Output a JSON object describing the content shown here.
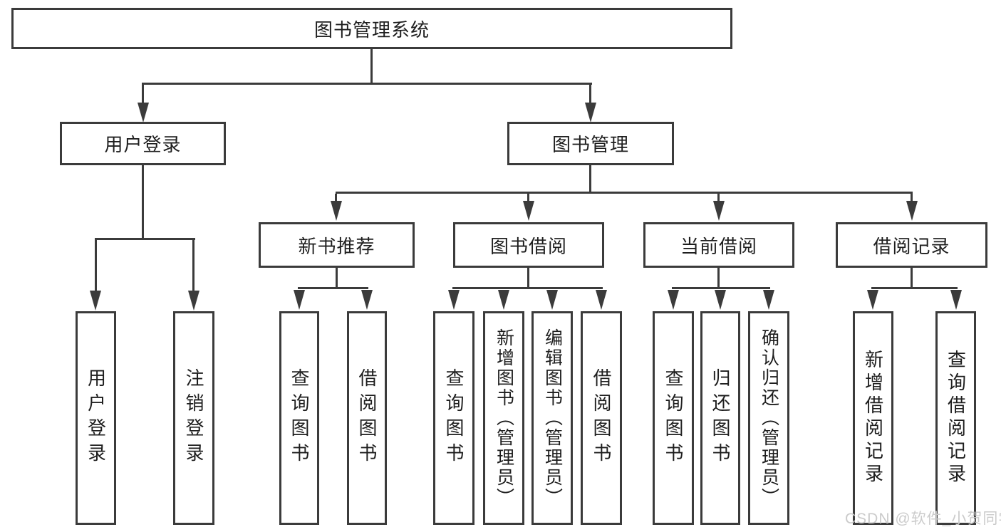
{
  "diagram": {
    "root": {
      "label": "图书管理系统"
    },
    "user_login": {
      "label": "用户登录",
      "children": [
        {
          "label": "用户登录"
        },
        {
          "label": "注销登录"
        }
      ]
    },
    "book_management": {
      "label": "图书管理",
      "children": [
        {
          "label": "新书推荐",
          "children": [
            {
              "label": "查询图书"
            },
            {
              "label": "借阅图书"
            }
          ]
        },
        {
          "label": "图书借阅",
          "children": [
            {
              "label": "查询图书"
            },
            {
              "label": "新增图书（管理员）"
            },
            {
              "label": "编辑图书（管理员）"
            },
            {
              "label": "借阅图书"
            }
          ]
        },
        {
          "label": "当前借阅",
          "children": [
            {
              "label": "查询图书"
            },
            {
              "label": "归还图书"
            },
            {
              "label": "确认归还（管理员）"
            }
          ]
        },
        {
          "label": "借阅记录",
          "children": [
            {
              "label": "新增借阅记录"
            },
            {
              "label": "查询借阅记录"
            }
          ]
        }
      ]
    }
  },
  "watermark": {
    "text": "CSDN @软件_小贺同学"
  },
  "colors": {
    "line": "#3b3b3b",
    "text": "#1e1e1e",
    "background": "#ffffff",
    "watermark": "#cbcbcb"
  }
}
